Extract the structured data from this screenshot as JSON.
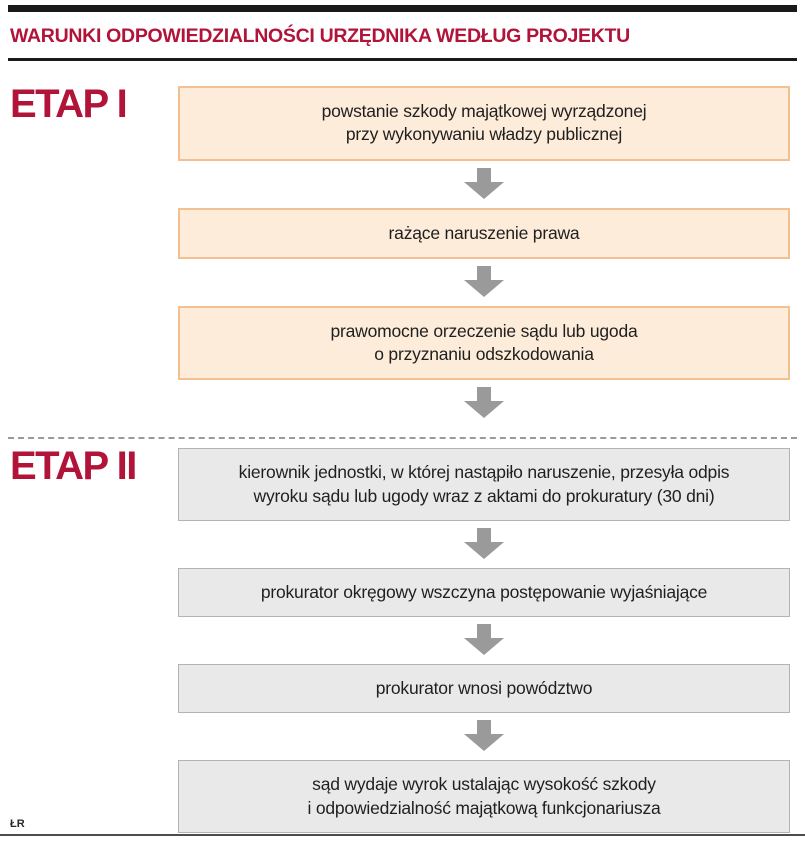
{
  "header": {
    "title": "WARUNKI ODPOWIEDZIALNOŚCI URZĘDNIKA WEDŁUG PROJEKTU"
  },
  "stages": [
    {
      "label": "ETAP I",
      "steps": [
        {
          "text": "powstanie szkody majątkowej wyrządzonej\nprzy wykonywaniu władzy publicznej"
        },
        {
          "text": "rażące naruszenie prawa"
        },
        {
          "text": "prawomocne orzeczenie sądu lub ugoda\no przyznaniu odszkodowania"
        }
      ]
    },
    {
      "label": "ETAP II",
      "steps": [
        {
          "text": "kierownik jednostki, w której nastąpiło naruszenie, przesyła odpis\nwyroku sądu lub ugody wraz z aktami do prokuratury (30 dni)"
        },
        {
          "text": "prokurator okręgowy wszczyna postępowanie wyjaśniające"
        },
        {
          "text": "prokurator wnosi powództwo"
        },
        {
          "text": "sąd wydaje wyrok ustalając wysokość szkody\ni odpowiedzialność majątkową funkcjonariusza"
        }
      ]
    }
  ],
  "footer": {
    "credit": "ŁR"
  },
  "colors": {
    "title": "#b11339",
    "stage_label": "#b11339",
    "etap1_box_fill": "#fdecd9",
    "etap1_box_border": "#f2c091",
    "etap2_box_fill": "#e9e9e9",
    "etap2_box_border": "#b3b3b3",
    "arrow": "#9a9a9a",
    "rule": "#1a1a1a",
    "box_text": "#1f1f1f"
  }
}
